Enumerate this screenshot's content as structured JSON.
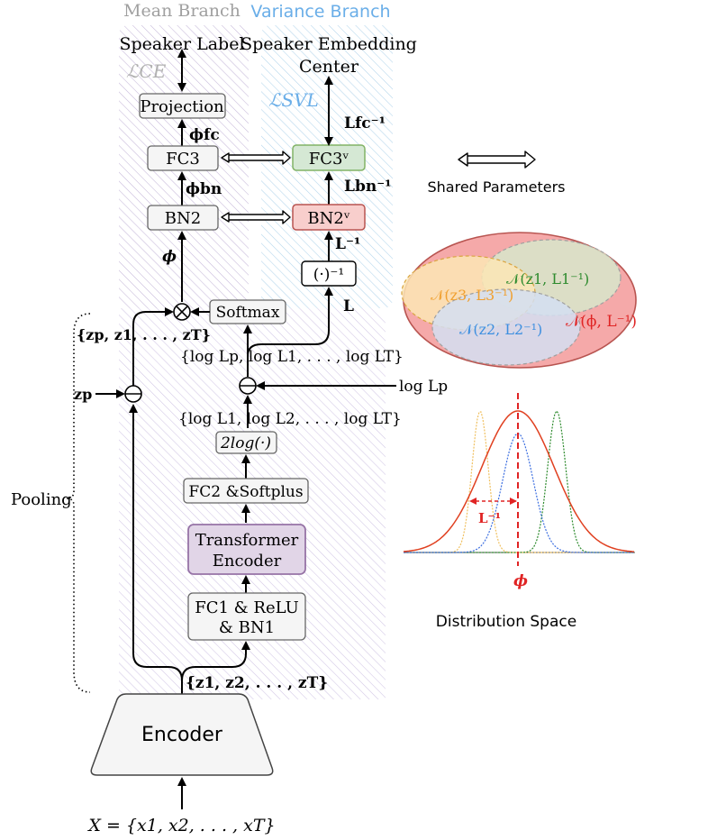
{
  "branches": {
    "mean_title": "Mean Branch",
    "variance_title": "Variance Branch",
    "speaker_label": "Speaker Label",
    "speaker_embedding_center_line1": "Speaker Embedding",
    "speaker_embedding_center_line2": "Center",
    "loss_ce": "ℒCE",
    "loss_svl": "ℒSVL"
  },
  "blocks": {
    "projection": "Projection",
    "fc3": "FC3",
    "fc3v": "FC3ᵛ",
    "bn2": "BN2",
    "bn2v": "BN2ᵛ",
    "inverse": "(·)⁻¹",
    "softmax": "Softmax",
    "two_log": "2log(·)",
    "fc2_softplus": "FC2 &Softplus",
    "transformer_line1": "Transformer",
    "transformer_line2": "Encoder",
    "fc1_line1": "FC1 & ReLU",
    "fc1_line2": "& BN1",
    "encoder": "Encoder"
  },
  "math": {
    "phi_fc": "ϕfc",
    "phi_bn": "ϕbn",
    "phi": "ϕ",
    "L_fc_inv": "Lfc⁻¹",
    "L_bn_inv": "Lbn⁻¹",
    "L_inv": "L⁻¹",
    "L": "L",
    "z_set_p": "{zp, z1, . . . , zT}",
    "z_p": "zp",
    "log_L_set_p": "{log Lp, log L1, . . . , log LT}",
    "log_L_p": "log Lp",
    "log_L_set": "{log L1, log L2, . . . , log LT}",
    "z_set": "{z1, z2, . . . , zT}",
    "input_X": "X = {x1, x2, . . . , xT}",
    "pooling": "Pooling"
  },
  "legend": {
    "shared_parameters": "Shared Parameters"
  },
  "distribution": {
    "n_z1": "𝒩(z1, L1⁻¹)",
    "n_z3": "𝒩(z3, L3⁻¹)",
    "n_z2": "𝒩(z2, L2⁻¹)",
    "n_phi": "𝒩(ϕ, L⁻¹)",
    "L_inv_label": "L⁻¹",
    "phi_label": "ϕ",
    "space_title": "Distribution Space"
  },
  "colors": {
    "mean_hatch": "#b7a5cf",
    "variance_hatch": "#a9cfe9",
    "pool_hatch": "#b9a8d6",
    "fc3v_fill": "#d5e8d4",
    "fc3v_stroke": "#82b366",
    "bn2v_fill": "#f8cecc",
    "bn2v_stroke": "#b85450",
    "transformer_fill": "#e1d5e7",
    "transformer_stroke": "#9673a6",
    "red": "#e02424",
    "green": "#2e8b2e",
    "blue": "#3d8fe0",
    "orange": "#f0a030",
    "grey_title": "#a0a0a0",
    "blue_title": "#6aaee8"
  }
}
